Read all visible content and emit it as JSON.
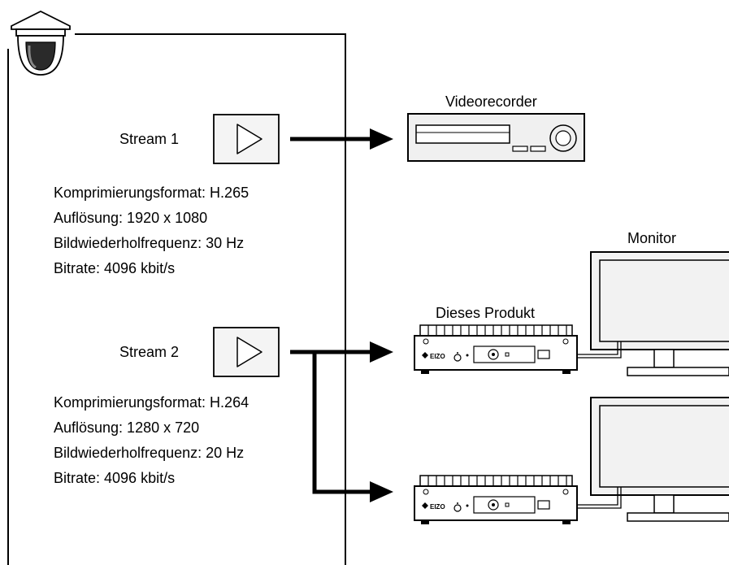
{
  "streams": [
    {
      "label": "Stream 1",
      "specs": [
        "Komprimierungsformat: H.265",
        "Auflösung: 1920 x 1080",
        "Bildwiederholfrequenz: 30 Hz",
        "Bitrate: 4096 kbit/s"
      ]
    },
    {
      "label": "Stream 2",
      "specs": [
        "Komprimierungsformat: H.264",
        "Auflösung: 1280 x 720",
        "Bildwiederholfrequenz: 20 Hz",
        "Bitrate: 4096 kbit/s"
      ]
    }
  ],
  "devices": {
    "recorder_label": "Videorecorder",
    "product_label": "Dieses Produkt",
    "monitor_label": "Monitor",
    "product_logo_text": "EIZO"
  },
  "icons": {
    "camera": "ptz-camera-icon",
    "play": "play-icon",
    "recorder": "video-recorder-icon",
    "product": "decoder-box-icon",
    "monitor": "monitor-icon"
  }
}
